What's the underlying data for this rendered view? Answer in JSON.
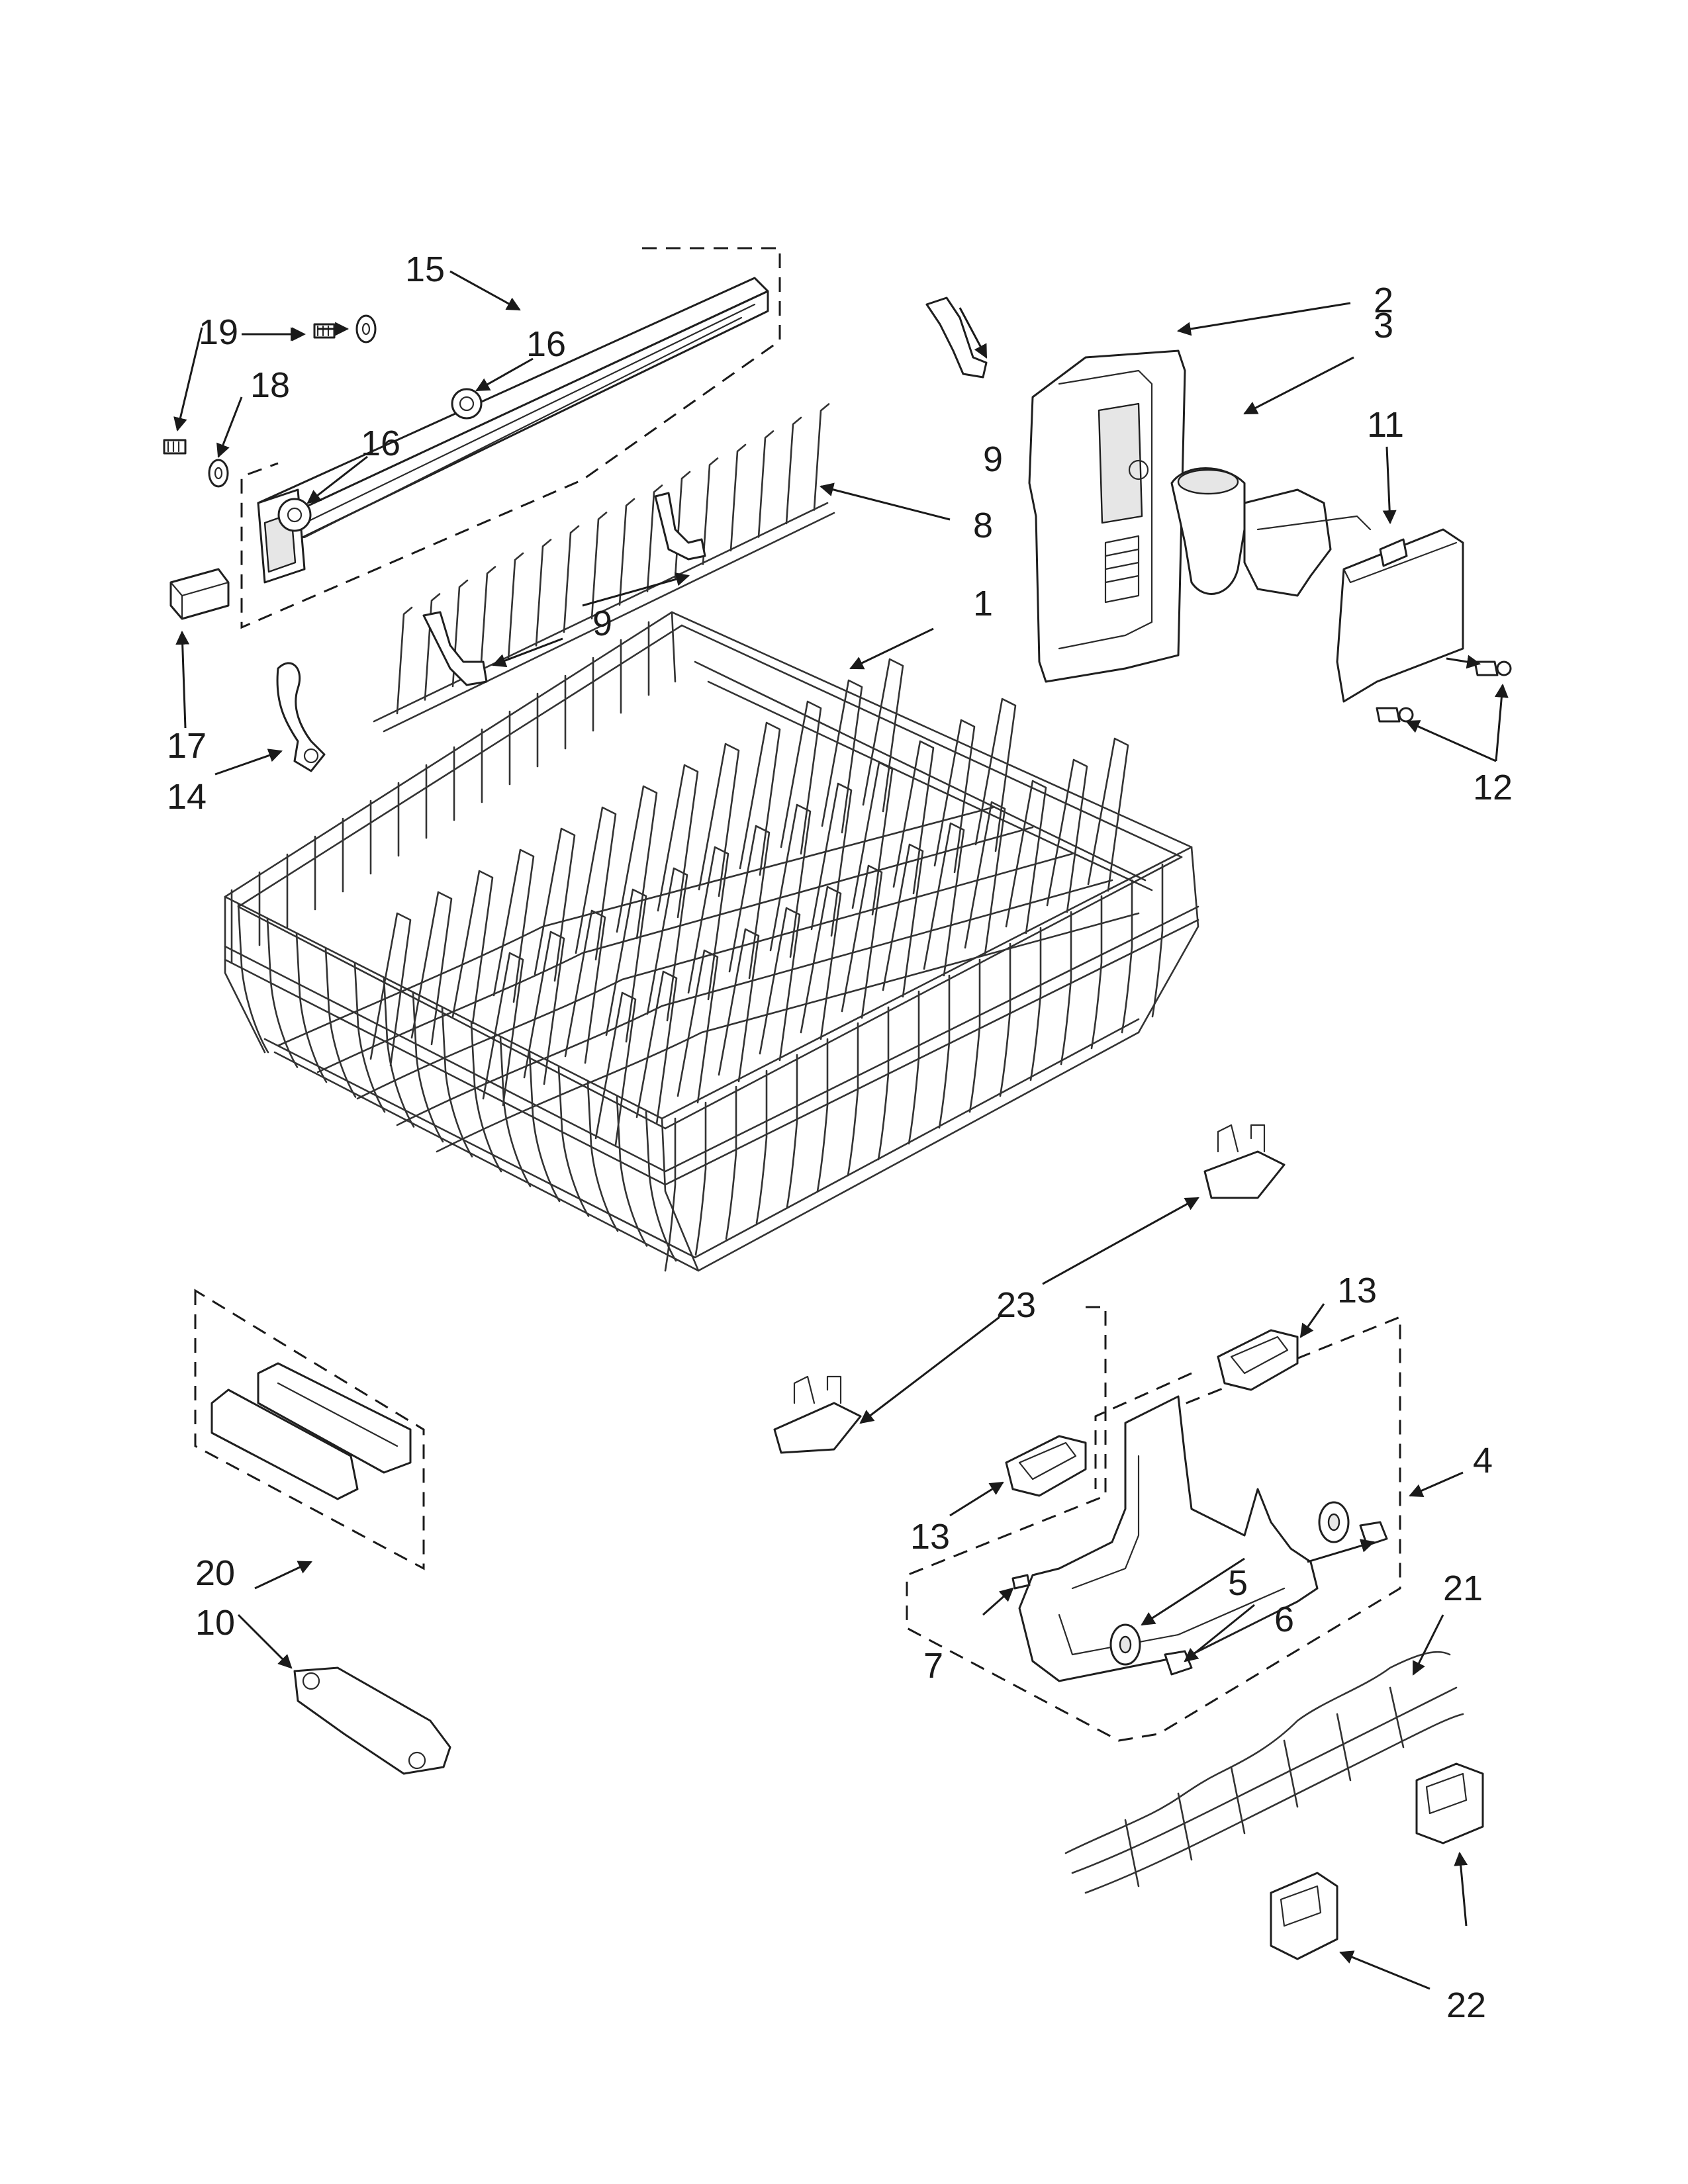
{
  "callouts": {
    "c1": "1",
    "c2": "2",
    "c3": "3",
    "c4": "4",
    "c5": "5",
    "c6": "6",
    "c7": "7",
    "c8": "8",
    "c9a": "9",
    "c9b": "9",
    "c10": "10",
    "c11": "11",
    "c12": "12",
    "c13a": "13",
    "c13b": "13",
    "c14": "14",
    "c15": "15",
    "c16a": "16",
    "c16b": "16",
    "c17": "17",
    "c18": "18",
    "c19": "19",
    "c20": "20",
    "c21": "21",
    "c22": "22",
    "c23": "23"
  }
}
